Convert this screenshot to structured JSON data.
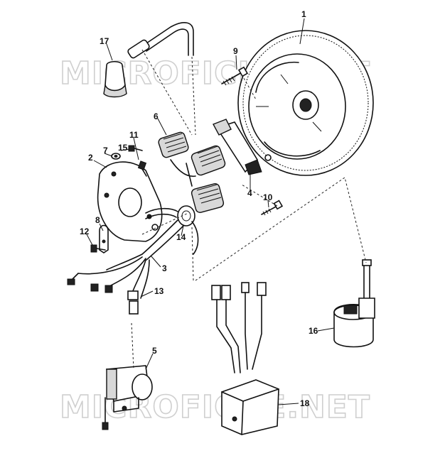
{
  "watermark": {
    "text_top": "MICROFICHE.NET",
    "text_bottom": "MICROFICHE.NET"
  },
  "callouts": {
    "c1": "1",
    "c2": "2",
    "c3": "3",
    "c4": "4",
    "c5": "5",
    "c6": "6",
    "c7": "7",
    "c8": "8",
    "c9": "9",
    "c10": "10",
    "c11": "11",
    "c12": "12",
    "c13": "13",
    "c14": "14",
    "c15": "15",
    "c16": "16",
    "c17": "17",
    "c18": "18"
  },
  "colors": {
    "ink": "#111111",
    "paper": "#ffffff",
    "watermark": "#cfcfcf"
  }
}
